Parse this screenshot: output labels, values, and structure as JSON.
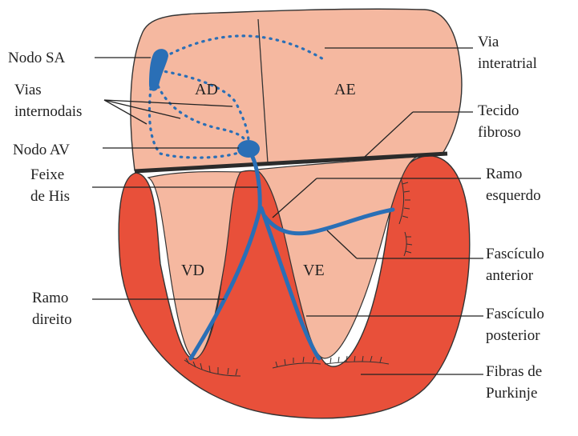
{
  "colors": {
    "atria": "#f5b8a0",
    "ventricle_wall": "#e8503a",
    "ventricle_cavity": "#f5b8a0",
    "conduction": "#2a6fb6",
    "fibrous": "#2b2b2b",
    "outline": "#333333"
  },
  "chambers": {
    "ad": "AD",
    "ae": "AE",
    "vd": "VD",
    "ve": "VE"
  },
  "labels": {
    "nodo_sa": "Nodo SA",
    "vias_line1": "Vias",
    "vias_line2": "internodais",
    "nodo_av": "Nodo AV",
    "feixe_line1": "Feixe",
    "feixe_line2": "de His",
    "ramo_direito_line1": "Ramo",
    "ramo_direito_line2": "direito",
    "via_interatrial_line1": "Via",
    "via_interatrial_line2": "interatrial",
    "tecido_line1": "Tecido",
    "tecido_line2": "fibroso",
    "ramo_esquerdo_line1": "Ramo",
    "ramo_esquerdo_line2": "esquerdo",
    "fasc_ant_line1": "Fascículo",
    "fasc_ant_line2": "anterior",
    "fasc_post_line1": "Fascículo",
    "fasc_post_line2": "posterior",
    "purkinje_line1": "Fibras de",
    "purkinje_line2": "Purkinje"
  }
}
